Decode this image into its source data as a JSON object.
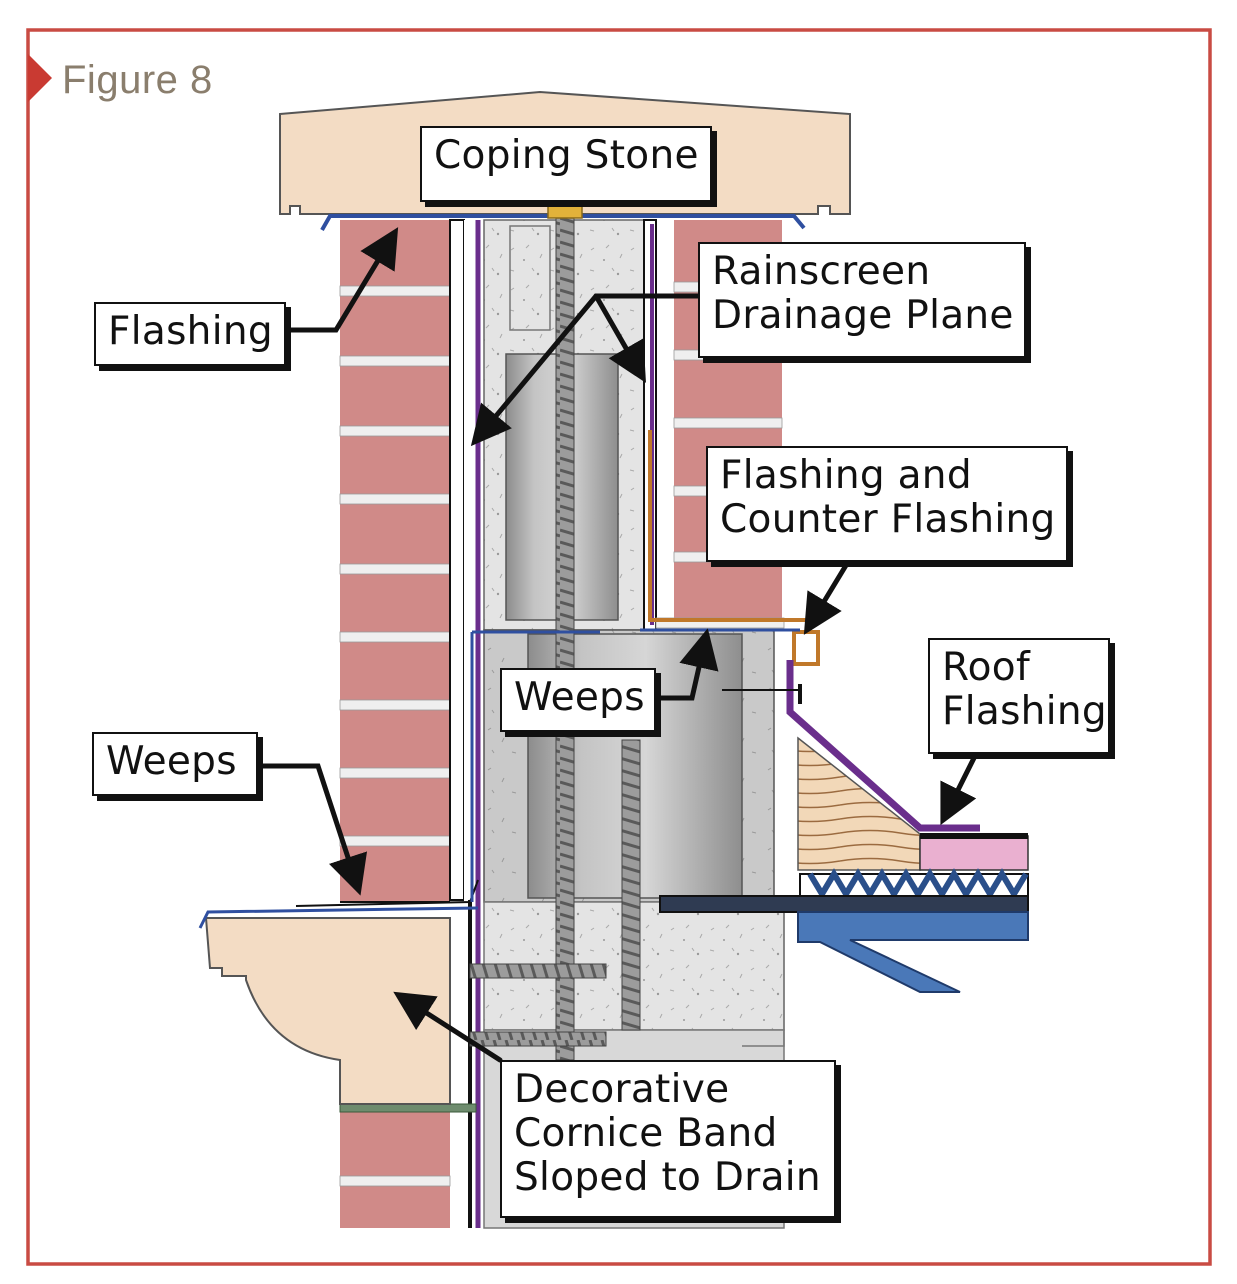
{
  "figure": {
    "title": "Figure 8",
    "frame_color": "#c94b43",
    "title_color": "#8a7e6d"
  },
  "colors": {
    "brick": "#d08a88",
    "mortar": "#eeeeee",
    "stone": "#f3dcc4",
    "block": "#c8c8c8",
    "membrane": "#6a2e8c",
    "flashing": "#2f4fa0",
    "counter_flashing": "#c0782a",
    "insulation": "#eab0d0",
    "wood": "#f2d8b8"
  },
  "labels": {
    "coping_stone": [
      "Coping Stone"
    ],
    "flashing": [
      "Flashing"
    ],
    "rainscreen": [
      "Rainscreen",
      "Drainage Plane"
    ],
    "flashing_counter": [
      "Flashing and",
      "Counter Flashing"
    ],
    "weeps_center": [
      "Weeps"
    ],
    "roof_flashing": [
      "Roof",
      "Flashing"
    ],
    "weeps_left": [
      "Weeps"
    ],
    "cornice": [
      "Decorative",
      "Cornice Band",
      "Sloped to Drain"
    ]
  }
}
